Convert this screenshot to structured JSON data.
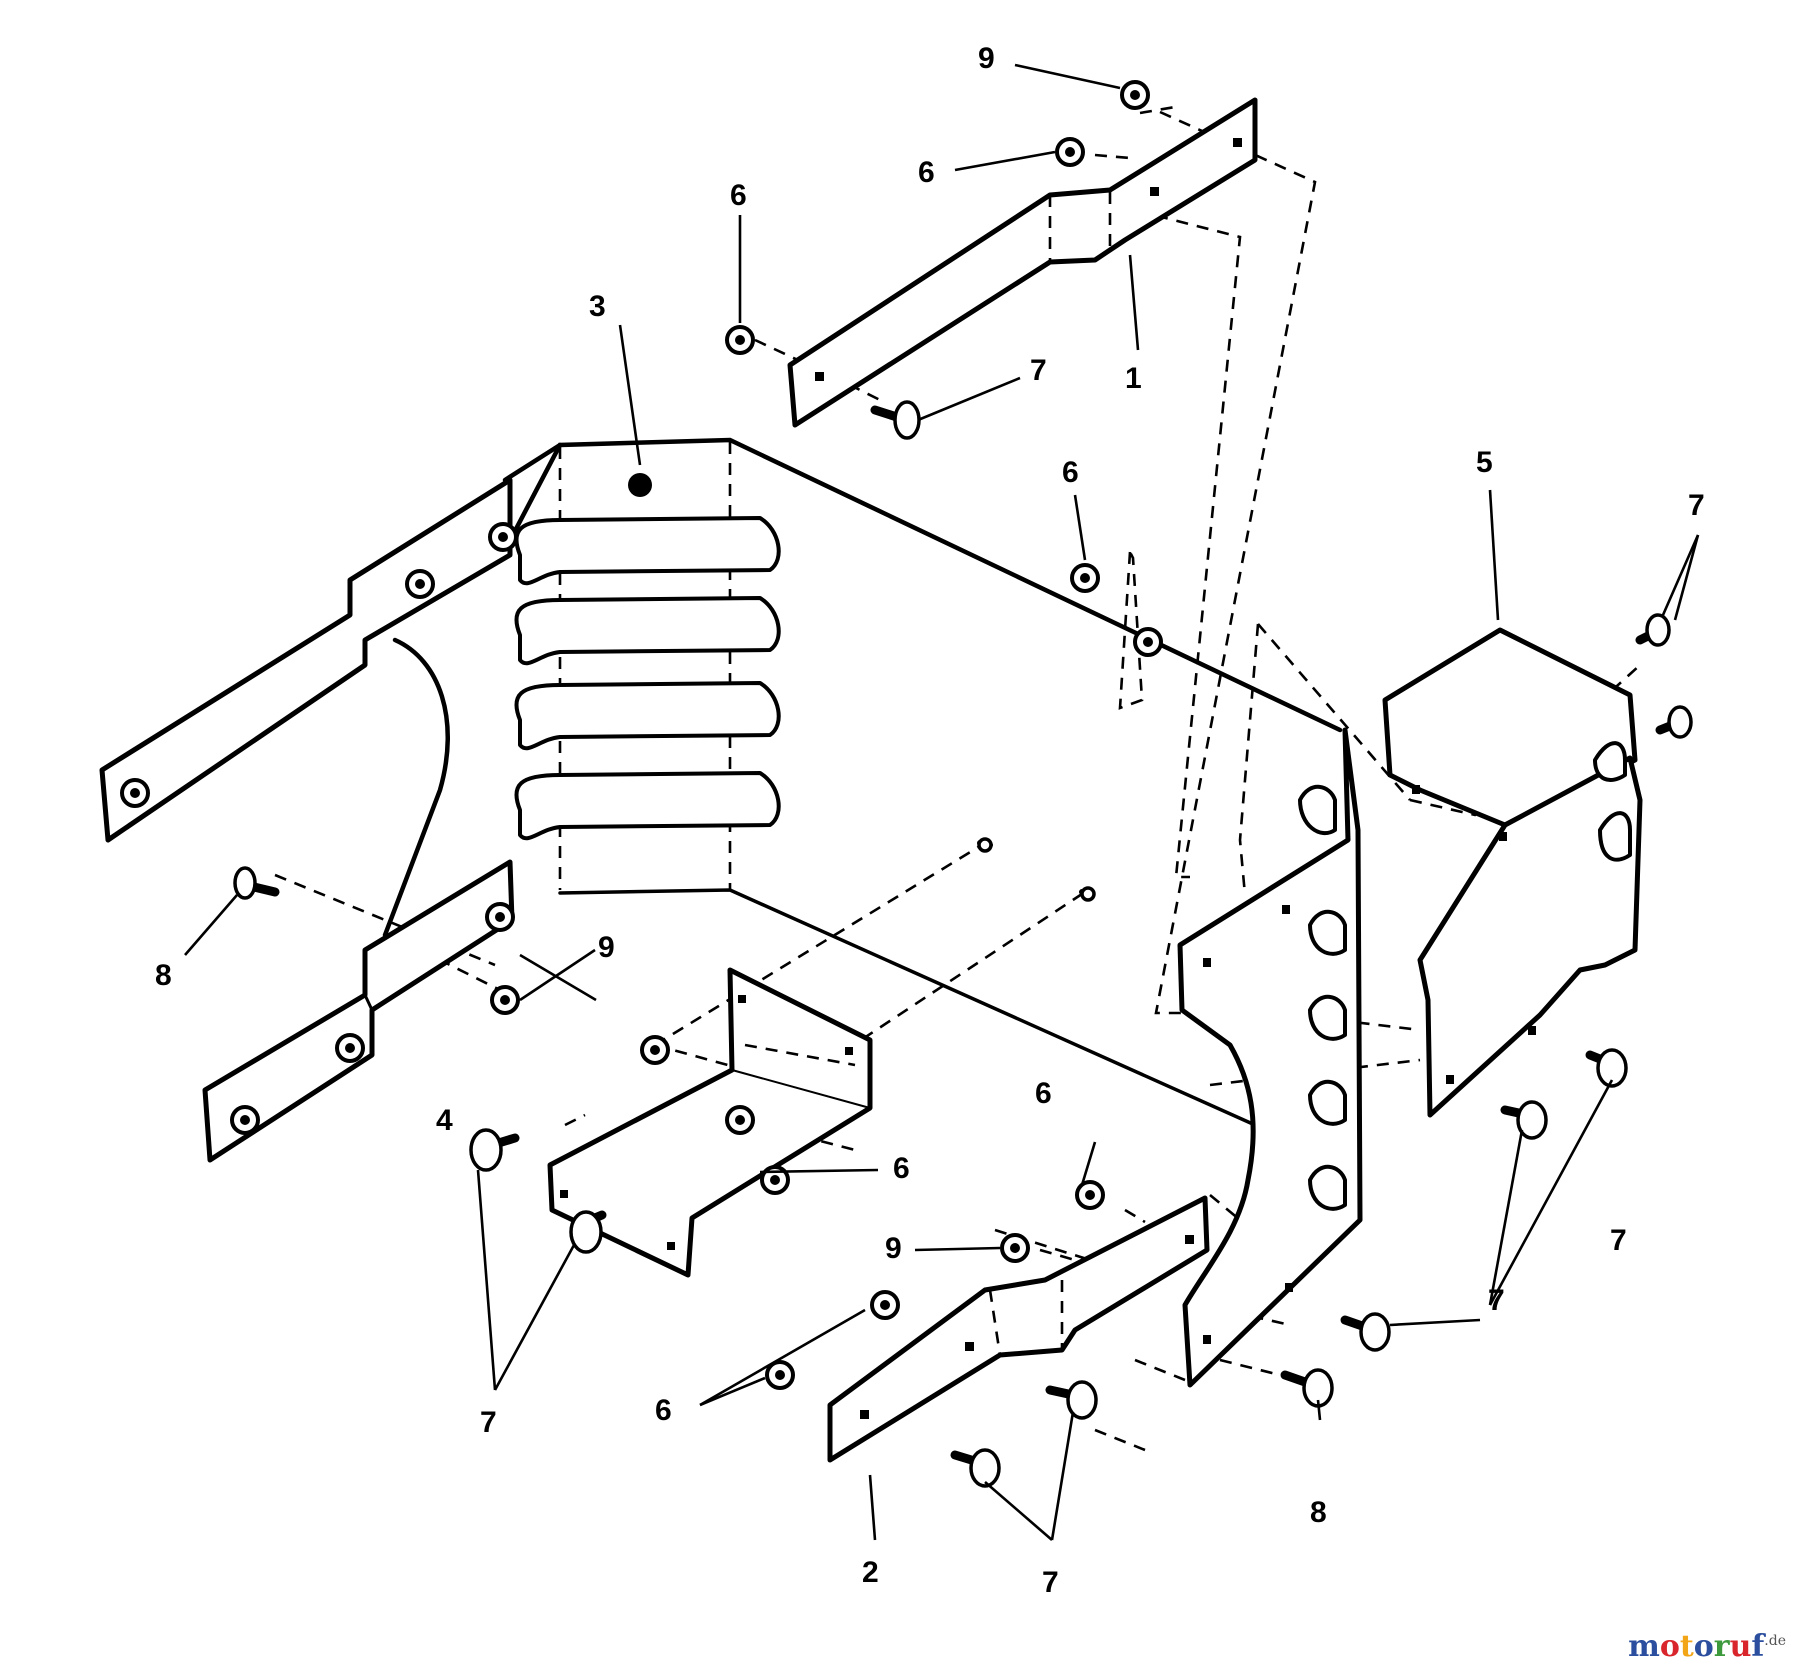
{
  "diagram": {
    "callouts": [
      {
        "id": "c1",
        "label": "9"
      },
      {
        "id": "c2",
        "label": "6"
      },
      {
        "id": "c3",
        "label": "6"
      },
      {
        "id": "c4",
        "label": "3"
      },
      {
        "id": "c5",
        "label": "7"
      },
      {
        "id": "c6",
        "label": "1"
      },
      {
        "id": "c7",
        "label": "6"
      },
      {
        "id": "c8",
        "label": "5"
      },
      {
        "id": "c9",
        "label": "7"
      },
      {
        "id": "c10",
        "label": "8"
      },
      {
        "id": "c11",
        "label": "9"
      },
      {
        "id": "c12",
        "label": "4"
      },
      {
        "id": "c13",
        "label": "6"
      },
      {
        "id": "c14",
        "label": "6"
      },
      {
        "id": "c15",
        "label": "9"
      },
      {
        "id": "c16",
        "label": "6"
      },
      {
        "id": "c17",
        "label": "7"
      },
      {
        "id": "c18",
        "label": "7"
      },
      {
        "id": "c19",
        "label": "7"
      },
      {
        "id": "c20",
        "label": "8"
      },
      {
        "id": "c21",
        "label": "2"
      },
      {
        "id": "c22",
        "label": "7"
      }
    ]
  },
  "watermark": {
    "letters": [
      {
        "ch": "m",
        "color": "#2b4f9e"
      },
      {
        "ch": "o",
        "color": "#d8262c"
      },
      {
        "ch": "t",
        "color": "#f2a516"
      },
      {
        "ch": "o",
        "color": "#2b4f9e"
      },
      {
        "ch": "r",
        "color": "#3c9a3c"
      },
      {
        "ch": "u",
        "color": "#d8262c"
      },
      {
        "ch": "f",
        "color": "#2b4f9e"
      }
    ],
    "suffix": ".de",
    "suffix_color": "#555555"
  }
}
